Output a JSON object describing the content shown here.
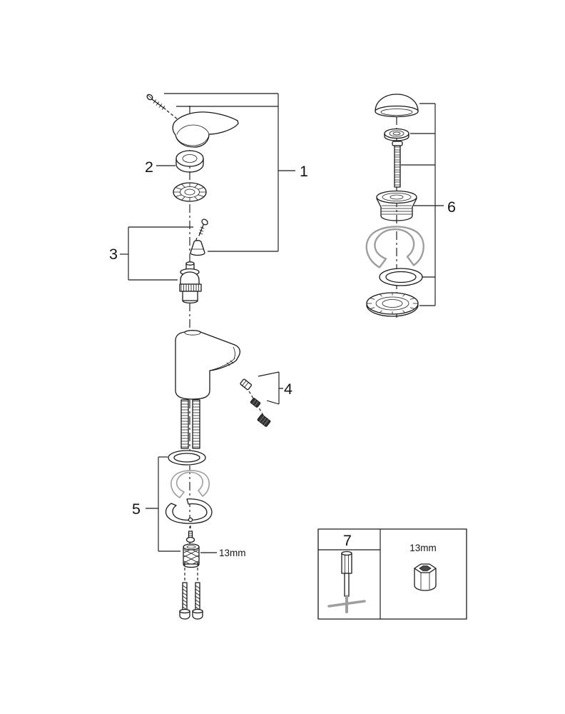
{
  "diagram": {
    "callouts": {
      "c1": "1",
      "c2": "2",
      "c3": "3",
      "c4": "4",
      "c5": "5",
      "c6": "6",
      "c7": "7"
    },
    "labels": {
      "adapter_size": "13mm",
      "box_size": "13mm"
    },
    "colors": {
      "line": "#1a1a1a",
      "muted_gray": "#9e9e9e",
      "background": "#ffffff"
    }
  }
}
